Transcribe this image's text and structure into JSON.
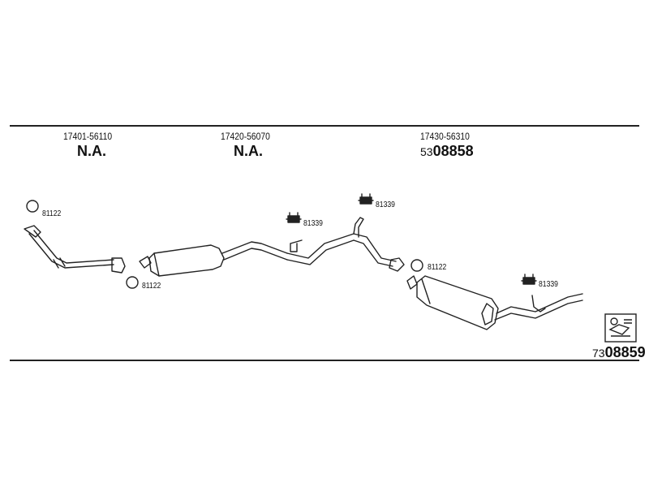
{
  "header": {
    "sections": [
      {
        "part_number": "17401-56110",
        "status": "N.A."
      },
      {
        "part_number": "17420-56070",
        "status": "N.A."
      },
      {
        "part_number": "17430-56310",
        "code_prefix": "53",
        "code_main": "08858"
      }
    ]
  },
  "callouts": {
    "gasket": "81122",
    "hanger": "81339"
  },
  "footer": {
    "code_prefix": "73",
    "code_main": "08859",
    "icon": "parts-box-icon"
  },
  "colors": {
    "line": "#222222",
    "background": "#ffffff"
  }
}
